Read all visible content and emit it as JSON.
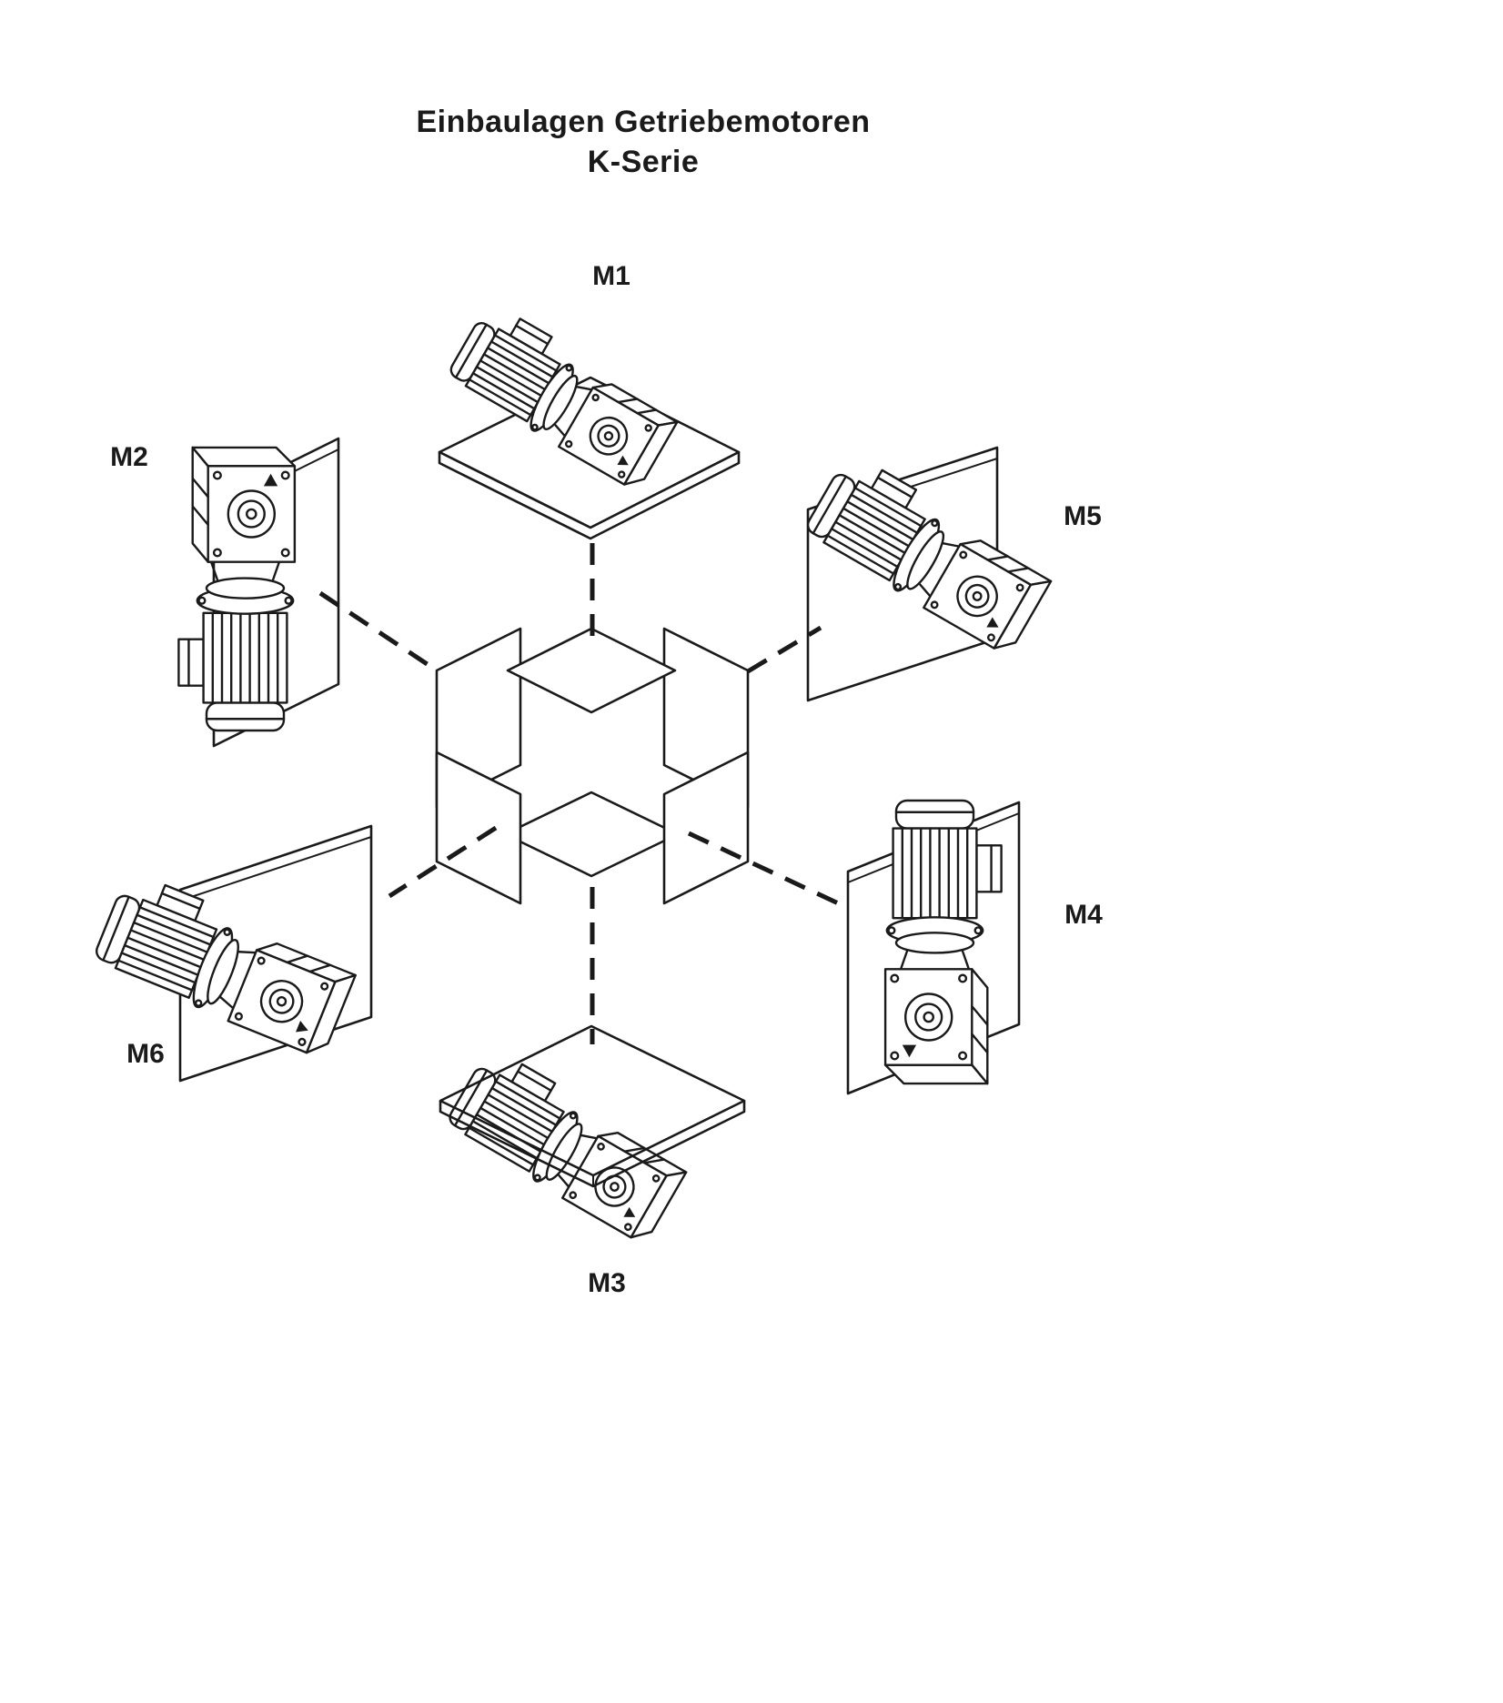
{
  "title": {
    "line1": "Einbaulagen Getriebemotoren",
    "line2": "K-Serie"
  },
  "labels": {
    "m1": "M1",
    "m2": "M2",
    "m3": "M3",
    "m4": "M4",
    "m5": "M5",
    "m6": "M6"
  },
  "colors": {
    "line": "#1a1a1a",
    "background": "#ffffff"
  }
}
